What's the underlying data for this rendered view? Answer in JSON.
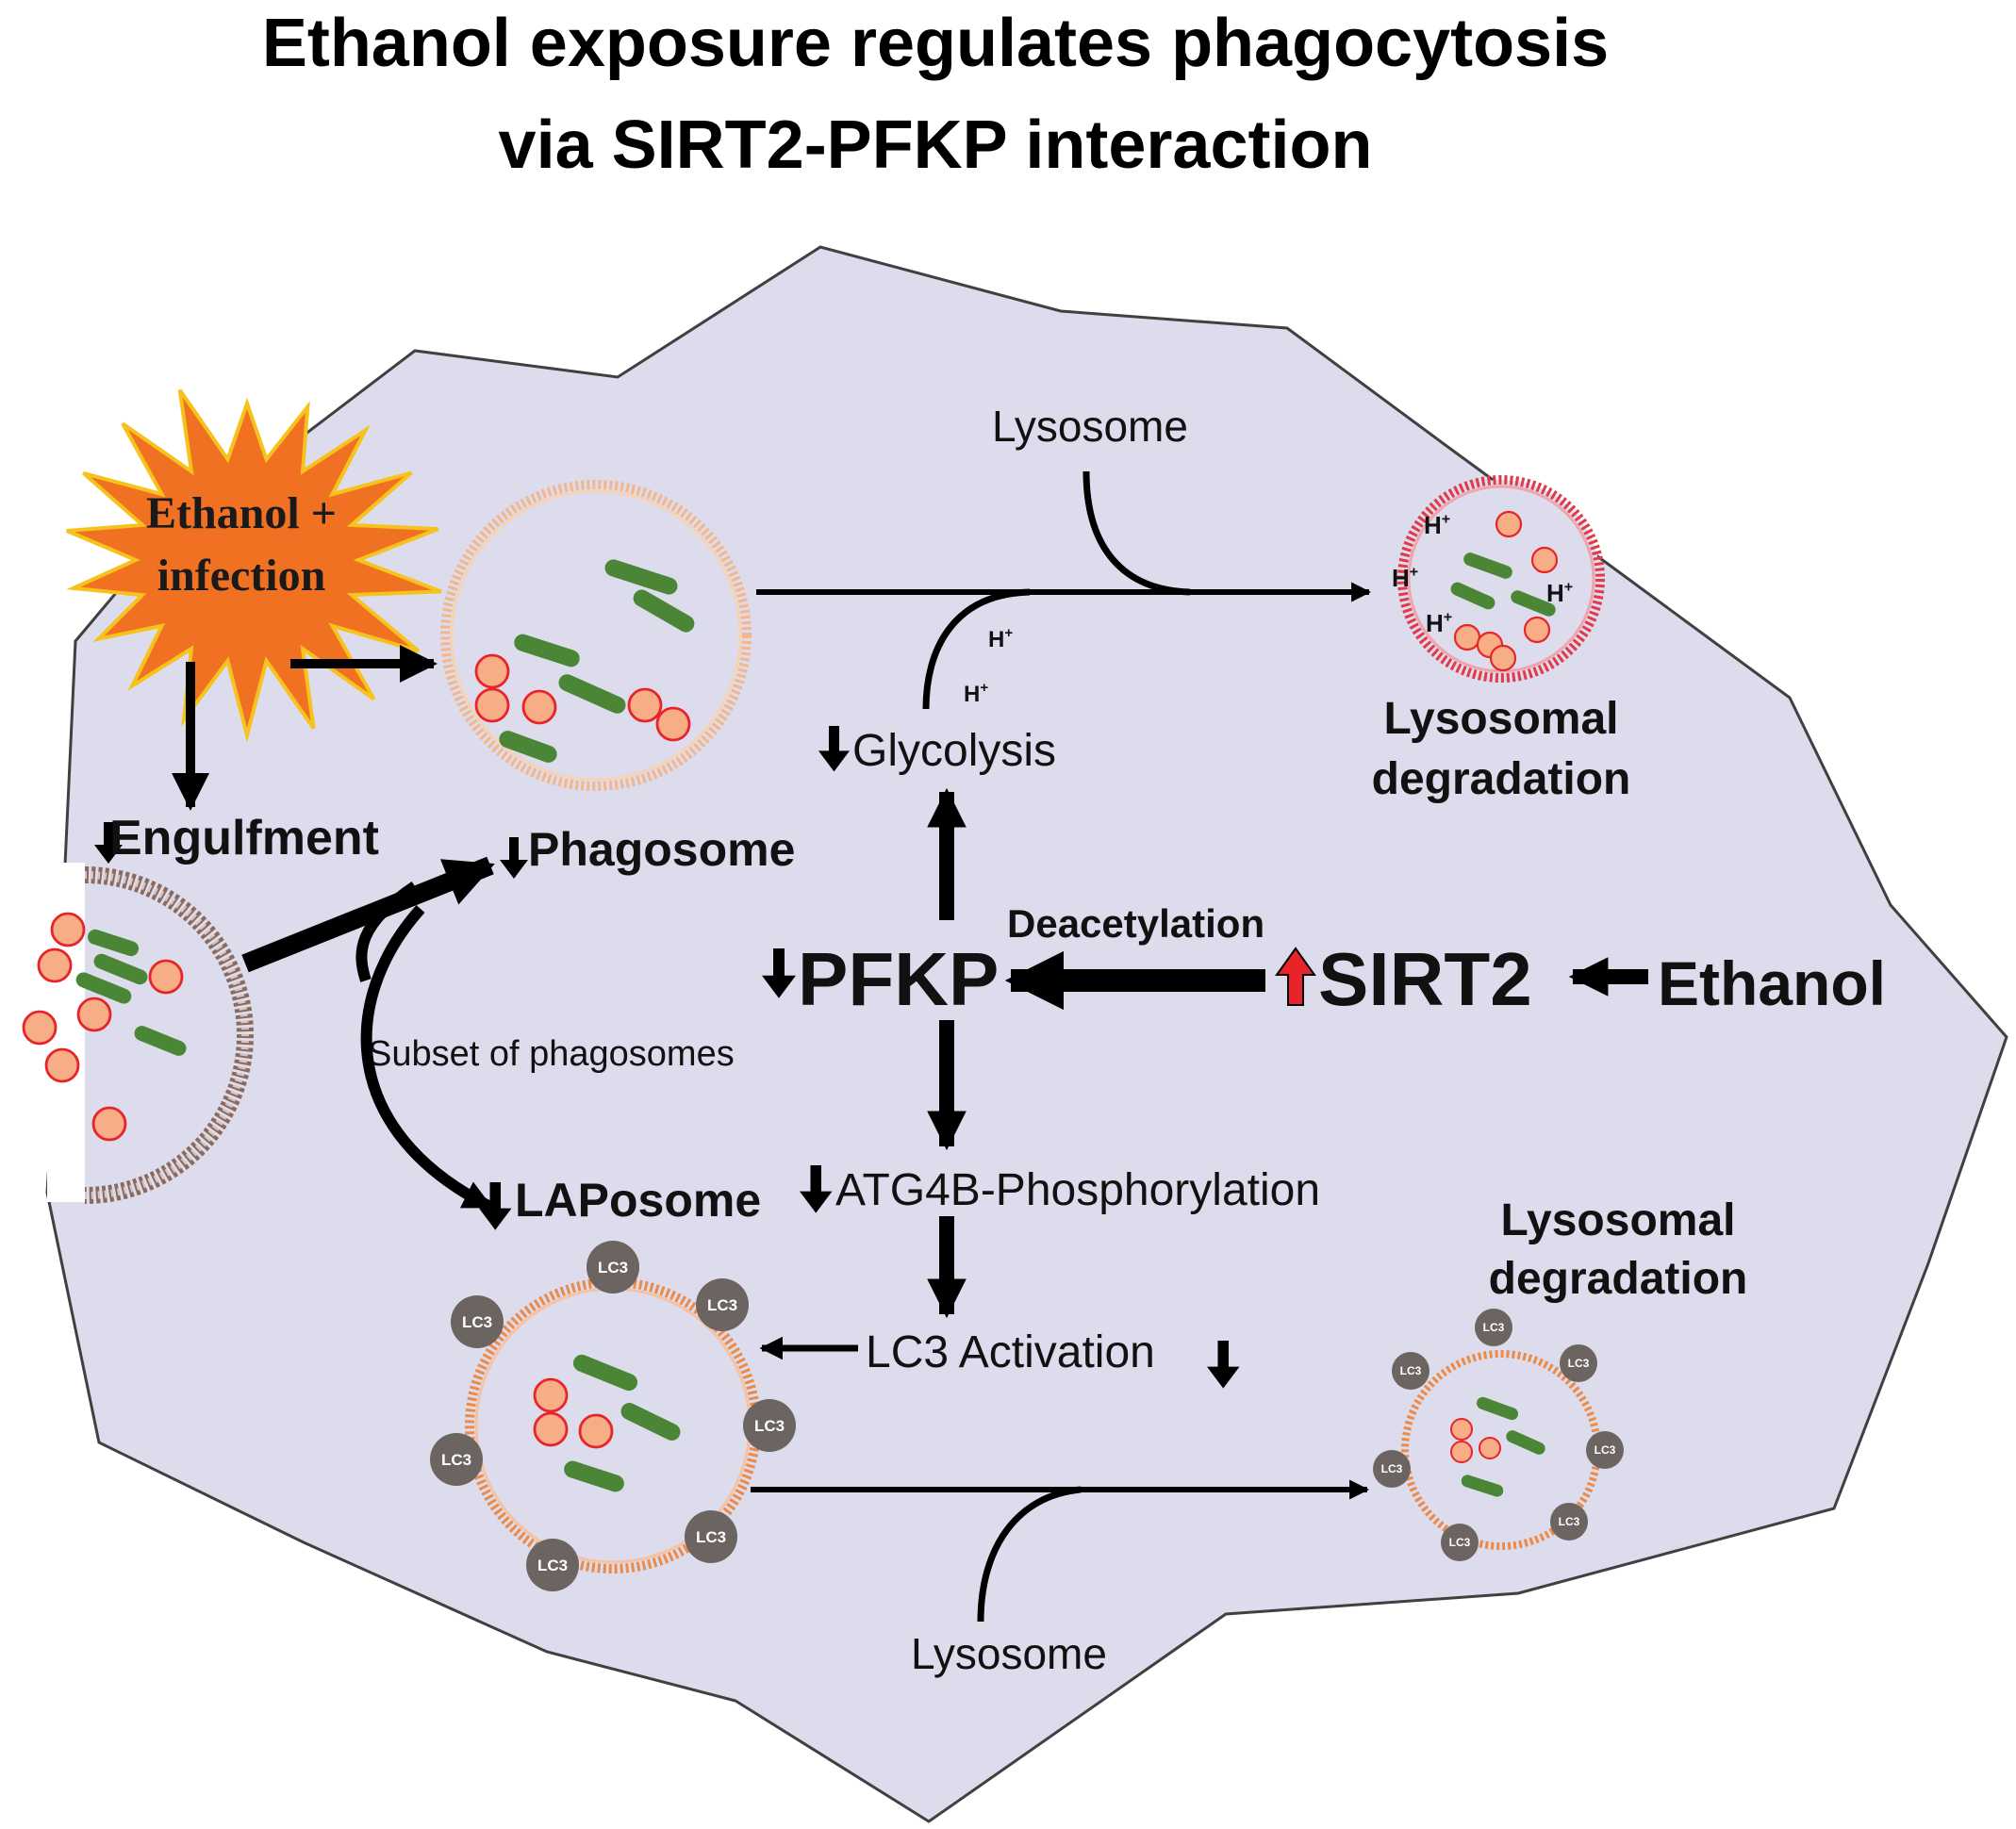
{
  "title": {
    "line1": "Ethanol exposure regulates phagocytosis",
    "line2": "via SIRT2-PFKP interaction"
  },
  "labels": {
    "trigger": [
      "Ethanol +",
      "infection"
    ],
    "engulfment": "Engulfment",
    "phagosome": "Phagosome",
    "lysosome_top": "Lysosome",
    "lysosome_bottom": "Lysosome",
    "proton": "H",
    "proton_sup": "+",
    "glycolysis": "Glycolysis",
    "lysosomal_degradation_top": [
      "Lysosomal",
      "degradation"
    ],
    "lysosomal_degradation_bottom": [
      "Lysosomal",
      "degradation"
    ],
    "deacetylation": "Deacetylation",
    "pfkp": "PFKP",
    "sirt2": "SIRT2",
    "ethanol": "Ethanol",
    "subset": "Subset of phagosomes",
    "laposome": "LAPosome",
    "atg4b": "ATG4B-Phosphorylation",
    "lc3_activation": "LC3 Activation",
    "lc3": "LC3"
  },
  "colors": {
    "cell_fill": "#dcdcec",
    "cell_stroke": "#404040",
    "burst_fill": "#f07122",
    "burst_stroke": "#f6c21c",
    "bacteria": "#4a8636",
    "particle_fill": "#f7ae86",
    "particle_stroke": "#e8242a",
    "phagosome_ring": "#f4b68a",
    "lysosome_ring": "#e23a4a",
    "lc3_badge": "#6b6461",
    "laposome_ring": "#ec8a48",
    "pfkp_green": "#4d7d38",
    "sirt2_red": "#e8242a"
  }
}
